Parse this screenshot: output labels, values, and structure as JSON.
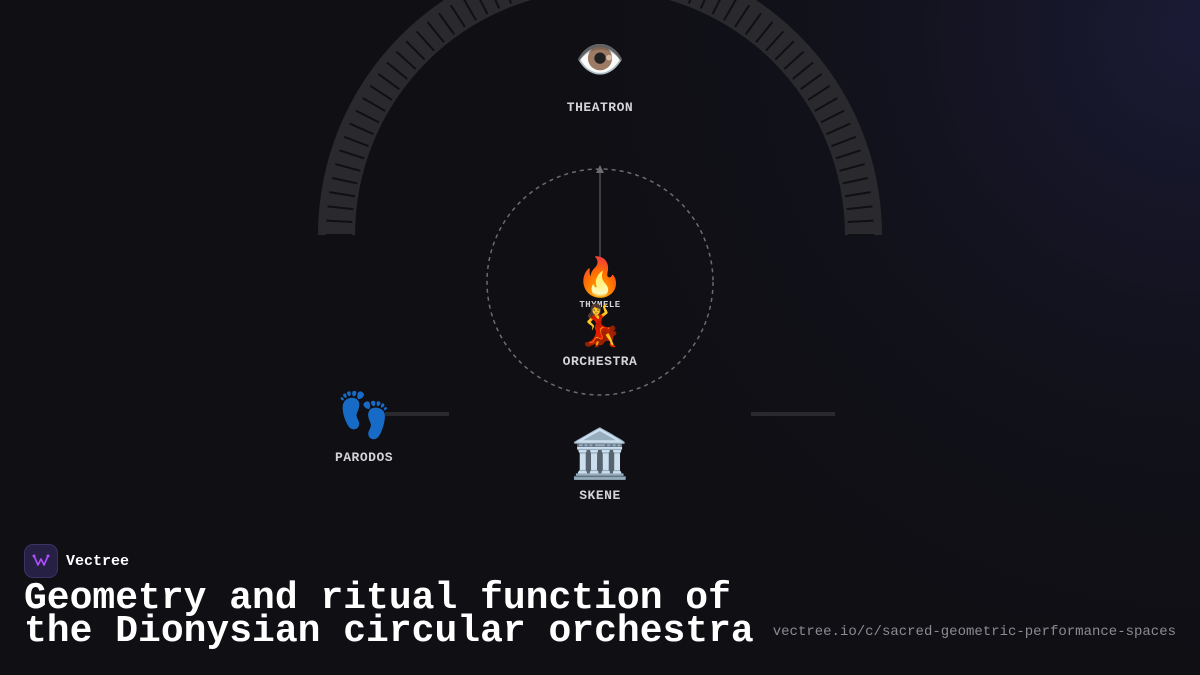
{
  "brand": {
    "name": "Vectree"
  },
  "title": "Geometry and ritual function of the Dionysian circular orchestra",
  "url": "vectree.io/c/sacred-geometric-performance-spaces",
  "nodes": {
    "theatron": {
      "label": "THEATRON",
      "icon": "eye-icon"
    },
    "thymele": {
      "label": "THYMELE",
      "icon": "fire-icon"
    },
    "orchestra": {
      "label": "ORCHESTRA",
      "icon": "dancer-icon"
    },
    "parodos": {
      "label": "PARODOS",
      "icon": "footprints-icon"
    },
    "skene": {
      "label": "SKENE",
      "icon": "classical-building-icon"
    }
  },
  "colors": {
    "background": "#0f0f14",
    "seating": "#2a2a2e",
    "seating_lines": "#0f0f14",
    "outline": "#6b6b70",
    "label": "#d4d4d8",
    "logo_bg": "#262044",
    "logo_accent": "#b04dff"
  }
}
